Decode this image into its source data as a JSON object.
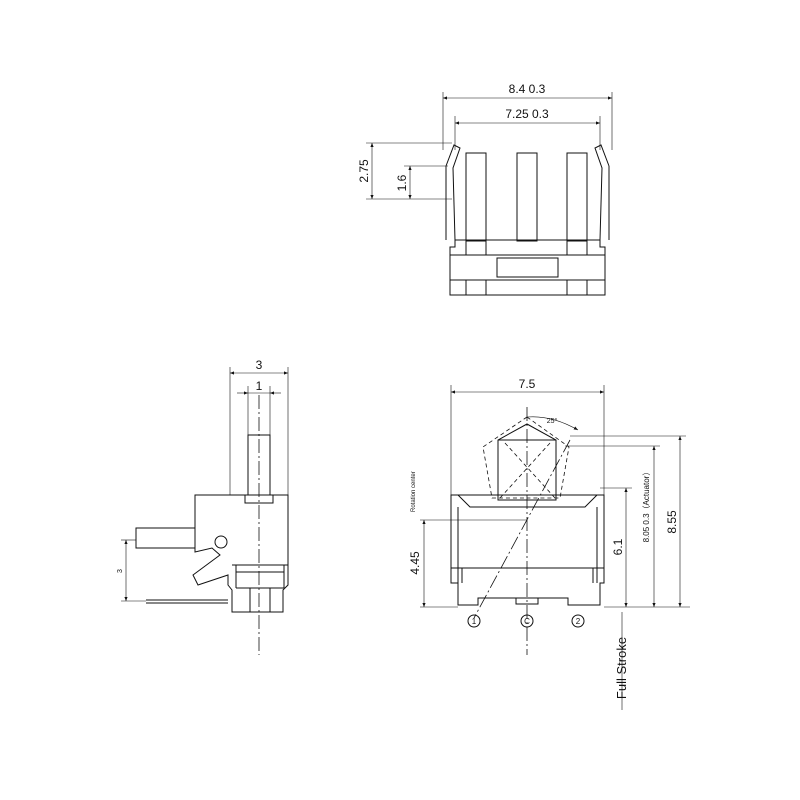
{
  "top_view": {
    "dim_overall": "8.4  0.3",
    "dim_inner": "7.25  0.3",
    "dim_height": "2.75",
    "dim_clip": "1.6"
  },
  "side_view": {
    "dim_width": "3",
    "dim_actuator": "1",
    "dim_terminal": "3"
  },
  "front_view": {
    "dim_width": "7.5",
    "dim_angle": "25°",
    "rotation_label": "Rotation center",
    "dim_rotation_height": "4.45",
    "dim_body": "6.1",
    "dim_actuator": "8.05  0.3（Actuator）",
    "dim_total": "8.55",
    "full_stroke": "Full Stroke",
    "terminal_labels": [
      "1",
      "C",
      "2"
    ]
  },
  "colors": {
    "line": "#111111",
    "background": "#ffffff"
  }
}
